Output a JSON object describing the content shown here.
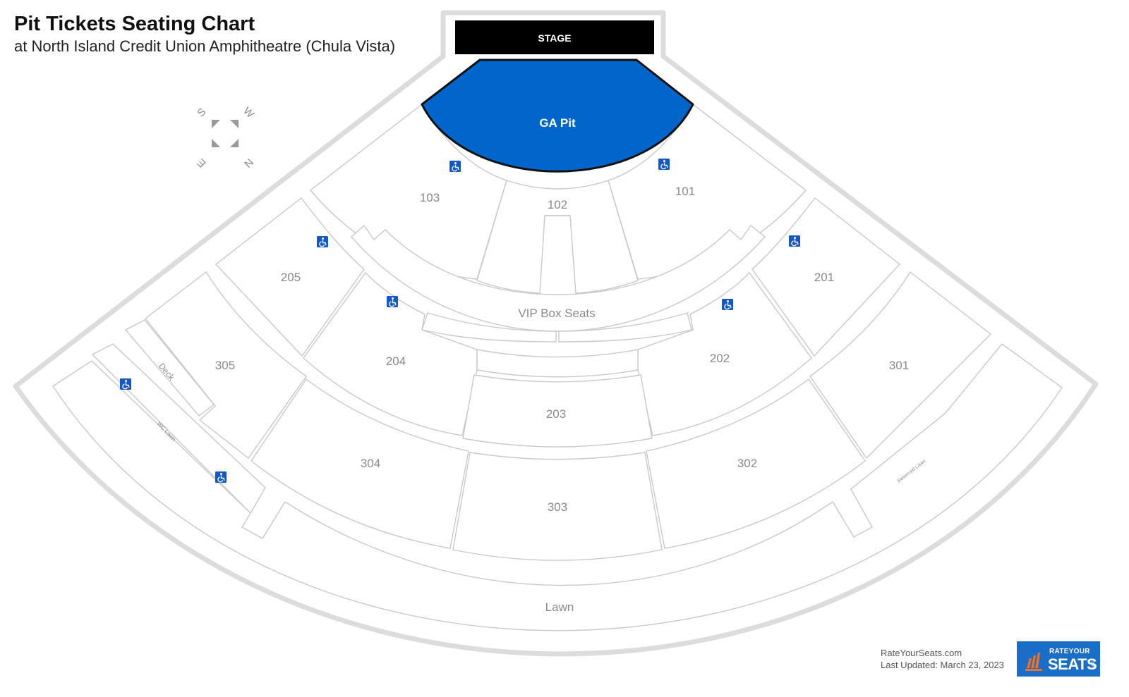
{
  "header": {
    "title": "Pit Tickets Seating Chart",
    "subtitle": "at North Island Credit Union Amphitheatre (Chula Vista)"
  },
  "compass": {
    "s": "S",
    "w": "W",
    "e": "E",
    "n": "N"
  },
  "stage": {
    "label": "STAGE"
  },
  "pit": {
    "label": "GA Pit",
    "color": "#0066cc"
  },
  "sections": {
    "s101": "101",
    "s102": "102",
    "s103": "103",
    "vip": "VIP Box Seats",
    "s201": "201",
    "s202": "202",
    "s203": "203",
    "s204": "204",
    "s205": "205",
    "s301": "301",
    "s302": "302",
    "s303": "303",
    "s304": "304",
    "s305": "305",
    "deck": "Deck",
    "wc_lawn": "WC Lawn",
    "reserved_lawn": "Reserved Lawn",
    "lawn": "Lawn"
  },
  "colors": {
    "accessible": "#1458c8",
    "section_stroke": "#c9c9c9",
    "logo": "#1a6ec8",
    "logo_accent": "#f37021"
  },
  "footer": {
    "site": "RateYourSeats.com",
    "updated": "Last Updated: March 23, 2023"
  },
  "logo": {
    "top": "RATEYOUR",
    "main": "SEATS",
    "suffix": ".com"
  }
}
